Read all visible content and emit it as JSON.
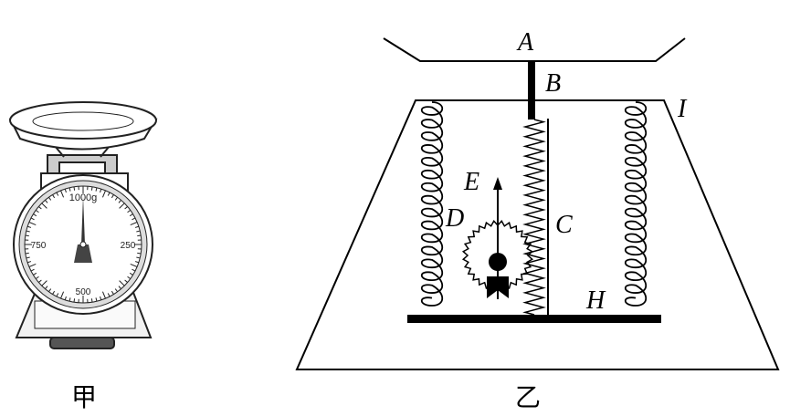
{
  "figure_left": {
    "caption": "甲",
    "dial_labels": {
      "top": "1000g",
      "left": "750",
      "right": "250",
      "bottom": "500"
    }
  },
  "figure_right": {
    "caption": "乙",
    "labels": {
      "A": "A",
      "B": "B",
      "C": "C",
      "D": "D",
      "E": "E",
      "H": "H",
      "I": "I"
    }
  }
}
